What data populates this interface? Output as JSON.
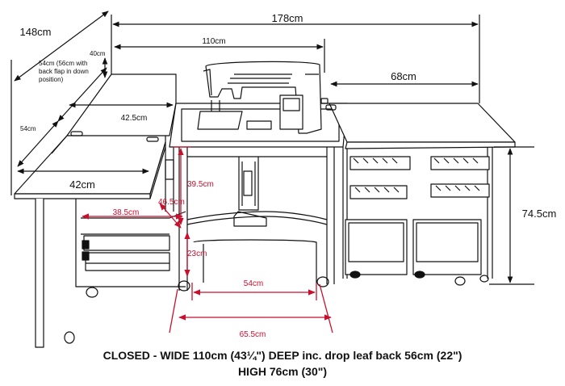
{
  "dimensions": {
    "overall_width": "178cm",
    "extended_length": "148cm",
    "closed_width": "110cm",
    "top_gap": "40cm",
    "drop_flap_note": "54cm (56cm with back flap in down position)",
    "side_depth": "54cm",
    "right_wing": "68cm",
    "left_top_depth": "42.5cm",
    "left_wing": "42cm",
    "height": "74.5cm",
    "drawer_width": "38.5cm",
    "inner_height": "39.5cm",
    "inner_width": "46.5cm",
    "under_height": "23cm",
    "foot_width": "54cm",
    "base_width": "65.5cm"
  },
  "caption": {
    "line1": "CLOSED - WIDE 110cm (43¼\") DEEP inc. drop leaf back 56cm (22\")",
    "line2": "HIGH 76cm (30\")"
  },
  "colors": {
    "line": "#111111",
    "dimension_red": "#c8102e"
  }
}
